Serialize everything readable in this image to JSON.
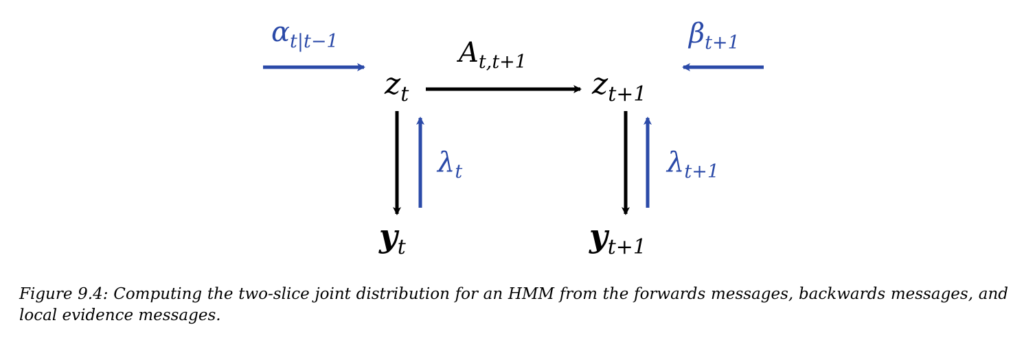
{
  "colors": {
    "observed_arrows": "#000000",
    "messages": "#2b4aa8"
  },
  "nodes": {
    "z_t": {
      "base": "z",
      "sub": "t"
    },
    "z_t1": {
      "base": "z",
      "sub": "t+1"
    },
    "y_t": {
      "base": "y",
      "sub": "t"
    },
    "y_t1": {
      "base": "y",
      "sub": "t+1"
    }
  },
  "messages": {
    "alpha": {
      "base": "α",
      "sub": "t|t−1"
    },
    "beta": {
      "base": "β",
      "sub": "t+1"
    },
    "lambda_t": {
      "base": "λ",
      "sub": "t"
    },
    "lambda_t1": {
      "base": "λ",
      "sub": "t+1"
    }
  },
  "transition": {
    "base": "A",
    "sub": "t,t+1"
  },
  "caption": {
    "label": "Figure 9.4:",
    "text": "Computing the two-slice joint distribution for an HMM from the forwards messages, backwards messages, and local evidence messages."
  }
}
